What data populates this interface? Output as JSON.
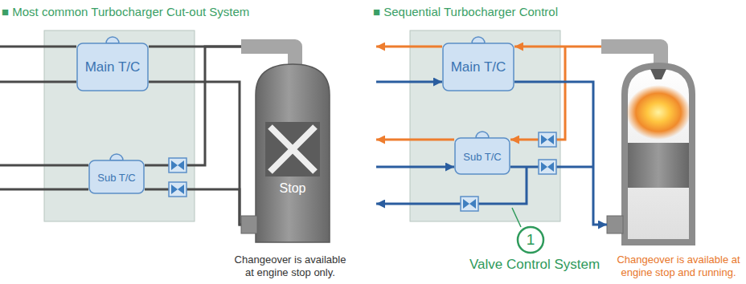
{
  "diagram": {
    "nodes": [
      {
        "text": [
          "Main T/C"
        ]
      },
      {
        "text": [
          "Sub T/C"
        ]
      },
      {
        "text": [
          "Stop"
        ]
      },
      {
        "text": [
          "Main T/C"
        ]
      },
      {
        "text": [
          "Sub T/C"
        ]
      },
      {
        "text": [
          "1"
        ]
      }
    ],
    "edges": [
      {
        "from": 0,
        "to": 2,
        "arrow": "none"
      },
      {
        "from": 0,
        "to": 2,
        "arrow": "none"
      },
      {
        "from": 1,
        "to": 2,
        "arrow": "none"
      },
      {
        "from": 1,
        "to": 2,
        "arrow": "none"
      }
    ],
    "labels": [
      "■ Most common Turbocharger Cut-out System",
      "■ Sequential Turbocharger Control",
      "Changeover is available at engine stop only.",
      "Valve Control System",
      "Changeover is available at engine stop and running."
    ]
  }
}
